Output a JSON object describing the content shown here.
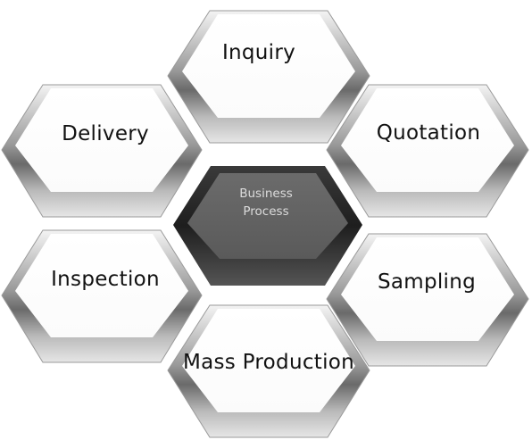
{
  "center": {
    "line1": "Business",
    "line2": "Process"
  },
  "hexes": {
    "inquiry": "Inquiry",
    "delivery": "Delivery",
    "quotation": "Quotation",
    "inspection": "Inspection",
    "sampling": "Sampling",
    "mass_production": "Mass Production"
  }
}
